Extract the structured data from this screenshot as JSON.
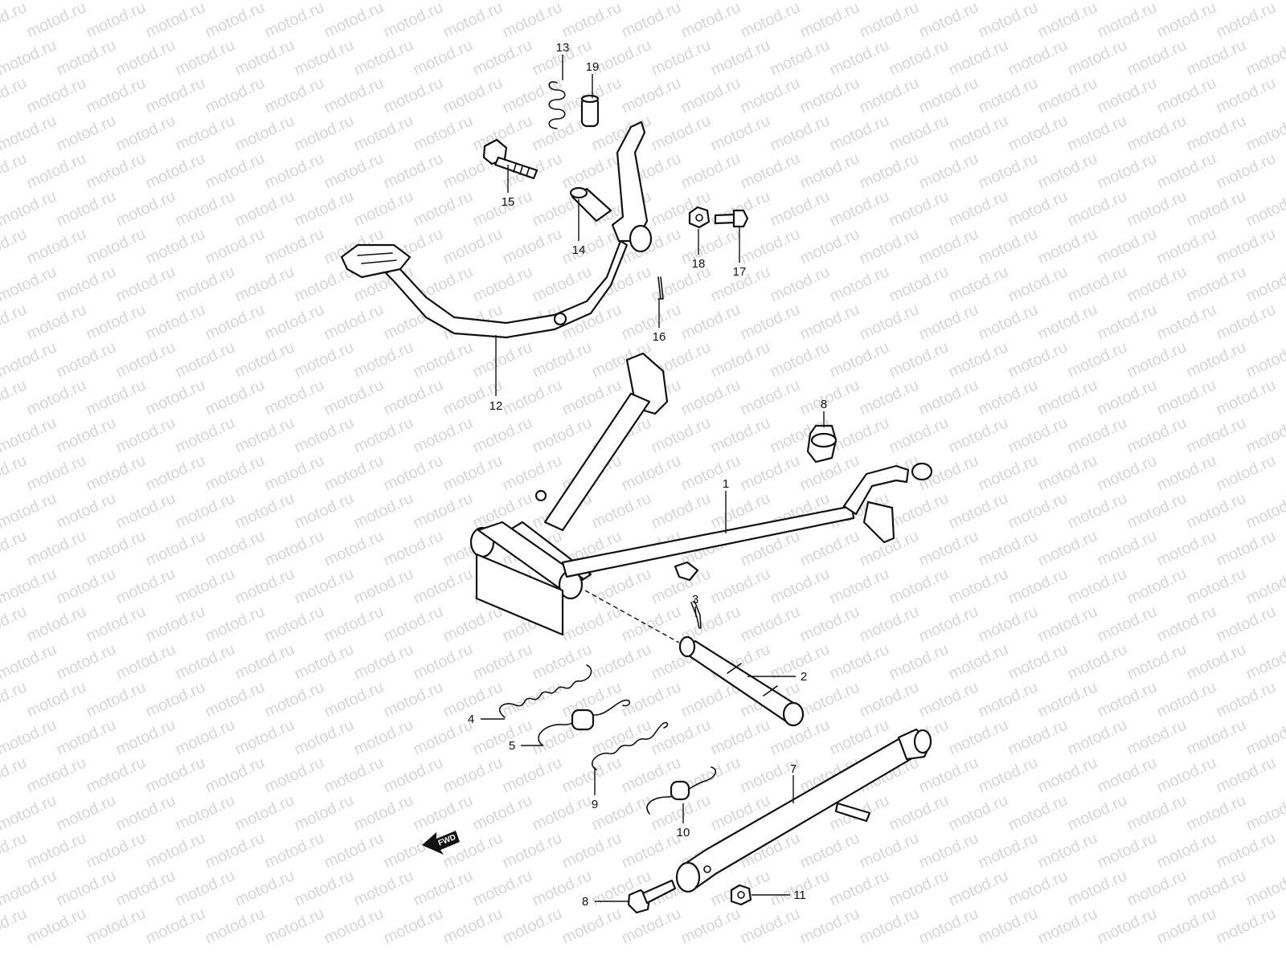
{
  "watermark": {
    "text": "motod.ru",
    "color": "#d6d6d6"
  },
  "fwd_label": "FWD",
  "callouts": [
    {
      "id": "1",
      "label": "1"
    },
    {
      "id": "2",
      "label": "2"
    },
    {
      "id": "3",
      "label": "3"
    },
    {
      "id": "4",
      "label": "4"
    },
    {
      "id": "5",
      "label": "5"
    },
    {
      "id": "7",
      "label": "7"
    },
    {
      "id": "8a",
      "label": "8"
    },
    {
      "id": "8b",
      "label": "8"
    },
    {
      "id": "9",
      "label": "9"
    },
    {
      "id": "10",
      "label": "10"
    },
    {
      "id": "11",
      "label": "11"
    },
    {
      "id": "12",
      "label": "12"
    },
    {
      "id": "13",
      "label": "13"
    },
    {
      "id": "14",
      "label": "14"
    },
    {
      "id": "15",
      "label": "15"
    },
    {
      "id": "16",
      "label": "16"
    },
    {
      "id": "17",
      "label": "17"
    },
    {
      "id": "18",
      "label": "18"
    },
    {
      "id": "19",
      "label": "19"
    }
  ]
}
